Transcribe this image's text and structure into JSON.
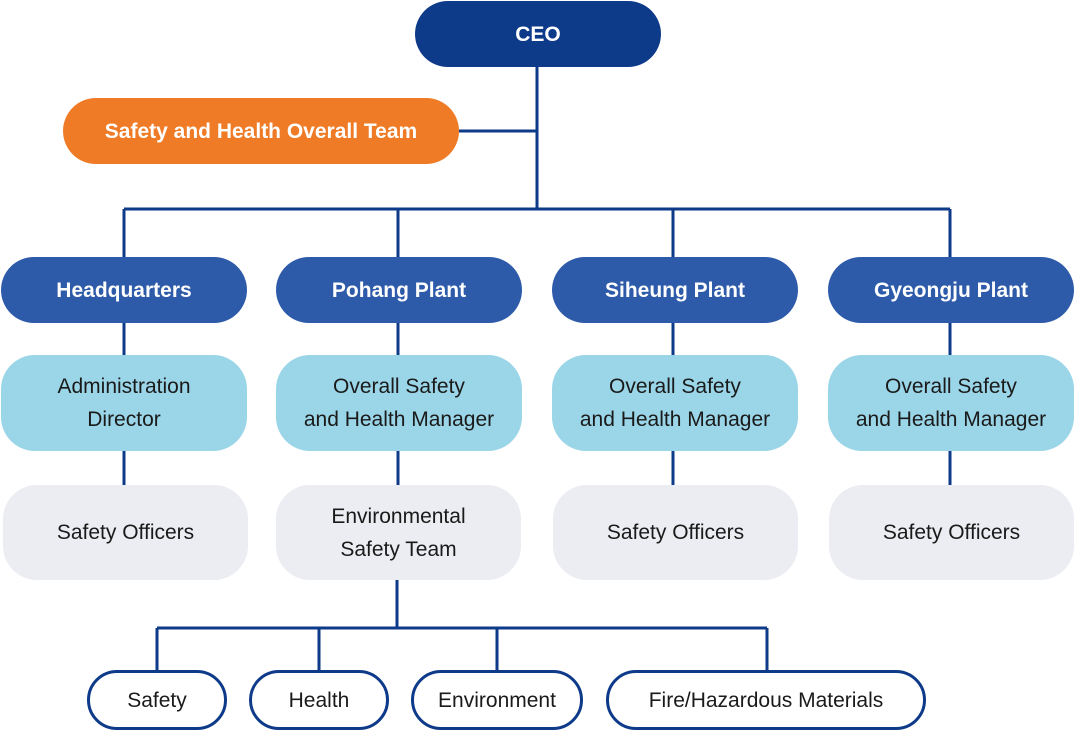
{
  "ceo": "CEO",
  "overall_team": "Safety and Health Overall Team",
  "plants": [
    "Headquarters",
    "Pohang Plant",
    "Siheung Plant",
    "Gyeongju Plant"
  ],
  "managers": [
    "Administration\nDirector",
    "Overall Safety\nand Health Manager",
    "Overall Safety\nand Health Manager",
    "Overall Safety\nand Health Manager"
  ],
  "staff": [
    "Safety Officers",
    "Environmental\nSafety Team",
    "Safety Officers",
    "Safety Officers"
  ],
  "teams": [
    "Safety",
    "Health",
    "Environment",
    "Fire/Hazardous Materials"
  ],
  "colors": {
    "ceo": "#0e3a8a",
    "overall_team": "#ef7b27",
    "plant": "#2e5ba9",
    "manager": "#9bd5e8",
    "staff": "#ebedf2",
    "connector": "#0e3a8a"
  }
}
